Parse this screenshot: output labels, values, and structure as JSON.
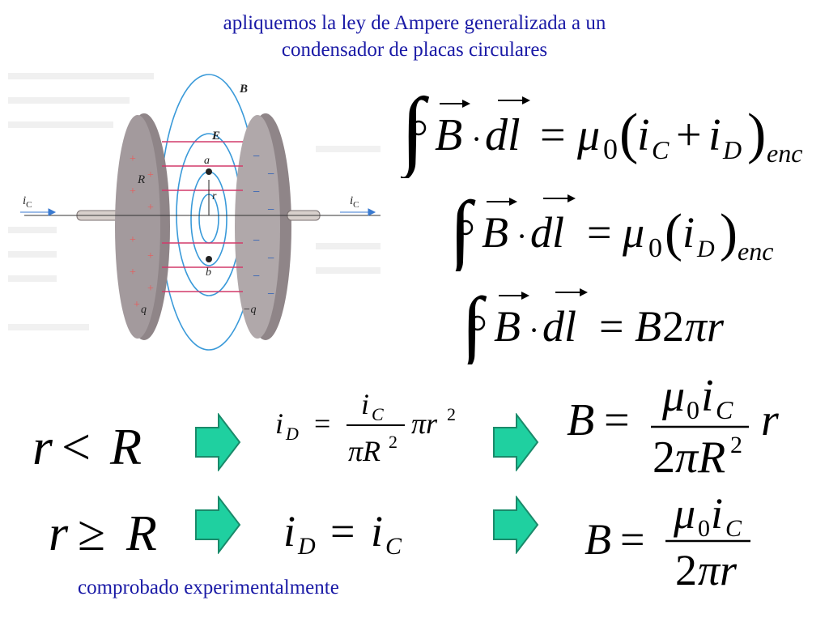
{
  "title": {
    "line1": "apliquemos la ley de Ampere generalizada a un",
    "line2": "condensador de placas circulares"
  },
  "footer": "comprobado experimentalmente",
  "colors": {
    "title_text": "#1a1aa6",
    "arrow_fill": "#1fd0a0",
    "field_lines": "#3a9ad9",
    "E_field": "#d23a6a",
    "plate": "#8f8588"
  },
  "figure": {
    "label_B": "B",
    "label_E": "E",
    "label_R": "R",
    "label_a": "a",
    "label_b": "b",
    "label_r": "r",
    "label_q": "q",
    "label_neg_q": "−q",
    "label_iC_left": "i",
    "label_iC_left_sub": "C",
    "label_iC_right": "i",
    "label_iC_right_sub": "C"
  },
  "equations": {
    "eq1": {
      "lhs": "B · dl",
      "rhs": "= μ0(iC + iD)enc"
    },
    "eq2": {
      "lhs": "B · dl",
      "rhs": "= μ0(iD)enc"
    },
    "eq3": {
      "lhs": "B · dl",
      "rhs": "= B2πr"
    },
    "case1": {
      "condition": "r < R",
      "iD_formula": "iD = (iC / πR²) πr²",
      "B_formula": "B = (μ0 iC / 2πR²) r"
    },
    "case2": {
      "condition": "r ≥ R",
      "iD_formula": "iD = iC",
      "B_formula": "B = μ0 iC / 2πr"
    }
  }
}
